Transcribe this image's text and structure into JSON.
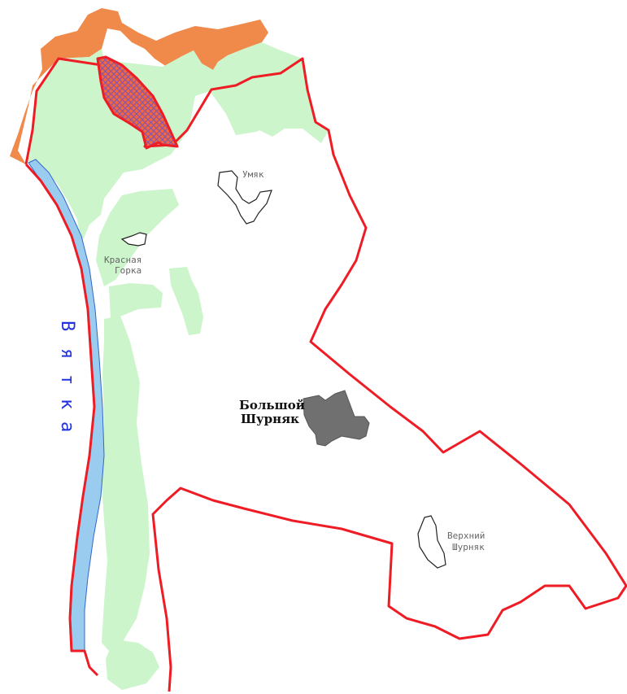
{
  "map": {
    "river": {
      "letters": [
        "В",
        "я",
        "т",
        "к",
        "а"
      ]
    },
    "settlements": {
      "umyak": {
        "name": "Умяк"
      },
      "krasnaya_gorka": {
        "line1": "Красная",
        "line2": "Горка"
      },
      "bolshoy_shurnyak": {
        "line1": "Большой",
        "line2": "Шурняк"
      },
      "verkhniy_shurnyak": {
        "line1": "Верхний",
        "line2": "Шурняк"
      }
    },
    "colors": {
      "boundary": "#ee1c24",
      "forest": "#ccf5cc",
      "river": "#99ccee",
      "river_outline": "#3366cc",
      "river_label": "#2233dd",
      "buffer_zone": "#f08a4b",
      "protected_zone": "#f4663c",
      "hatch": "#8855aa",
      "settlement_dark": "#707070"
    }
  }
}
